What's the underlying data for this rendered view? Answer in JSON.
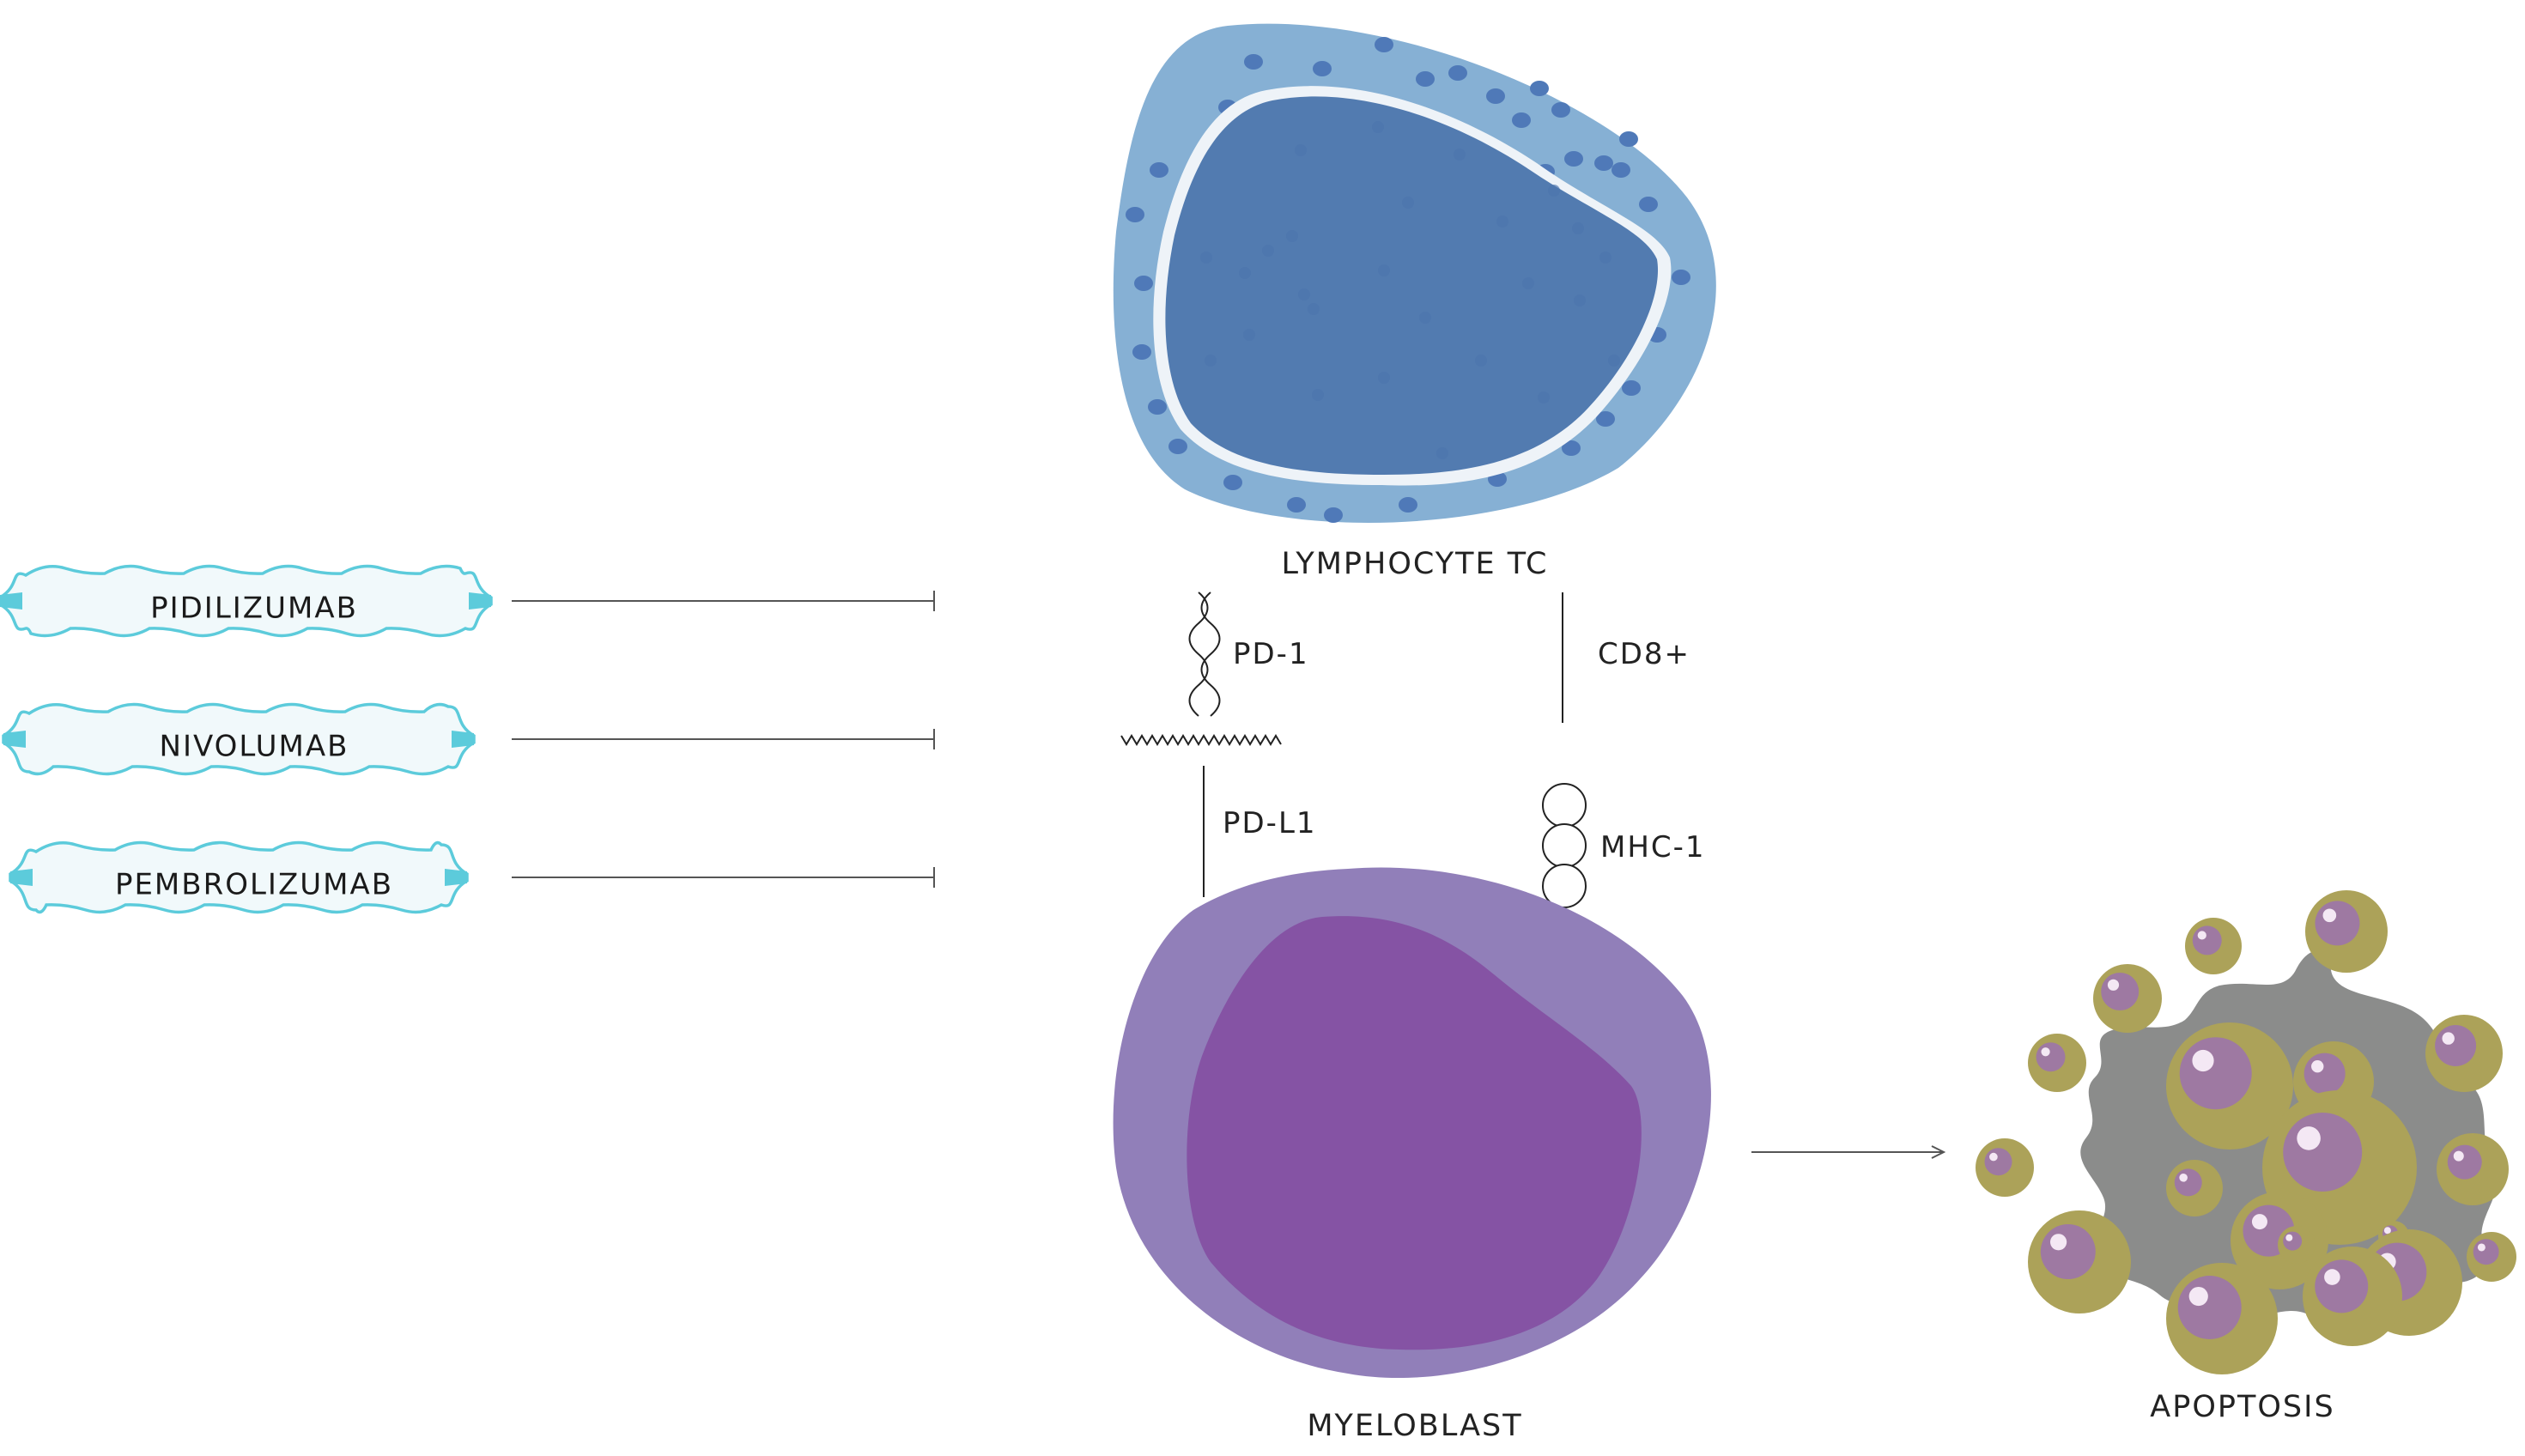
{
  "labels": {
    "lymphocyte": "LYMPHOCYTE TC",
    "myeloblast": "MYELOBLAST",
    "apoptosis": "APOPTOSIS",
    "pd1": "PD-1",
    "cd8": "CD8+",
    "pdl1": "PD-L1",
    "mhc1": "MHC-1"
  },
  "drugs": [
    {
      "name": "PIDILIZUMAB"
    },
    {
      "name": "NIVOLUMAB"
    },
    {
      "name": "PEMBROLIZUMAB"
    }
  ],
  "colors": {
    "lymph_outer": "#86b0d4",
    "lymph_inner": "#527bb0",
    "lymph_ring": "#eef3f8",
    "lymph_dot": "#4f79b8",
    "myelo_outer": "#917fb9",
    "myelo_inner": "#8553a4",
    "drug_fill": "#f1f9fb",
    "drug_stroke": "#5ccbdb",
    "apop_body": "#8b8c8b",
    "bubble_gold": "#aca259",
    "bubble_purple": "#9e79a2",
    "line": "#555555"
  }
}
